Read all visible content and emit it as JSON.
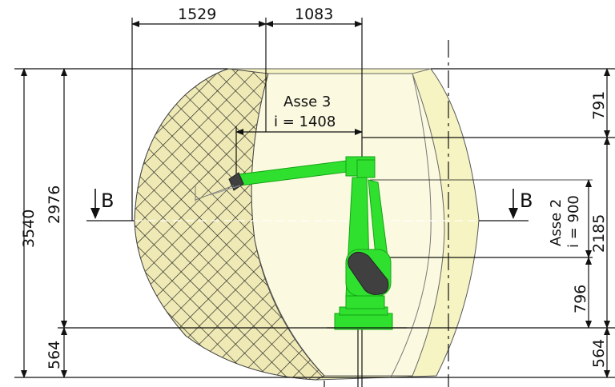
{
  "dimensions": {
    "top_left": "1529",
    "top_right": "1083",
    "left_outer": "3540",
    "left_inner": "2976",
    "left_bottom": "564",
    "right_top": "791",
    "right_mid": "2185",
    "right_lower": "796",
    "right_bottom": "564"
  },
  "annotations": {
    "axis3_title": "Asse 3",
    "axis3_value": "i = 1408",
    "axis2_title": "Asse 2",
    "axis2_value": "i = 900",
    "section_left": "B",
    "section_right": "B"
  },
  "colors": {
    "envelope_fill": "#f6f4c2",
    "envelope_inner": "#fbfae0",
    "hatch_fill": "#efeab5",
    "robot_green": "#2fe02f",
    "robot_dark": "#13a313",
    "joint_dark": "#404040"
  }
}
